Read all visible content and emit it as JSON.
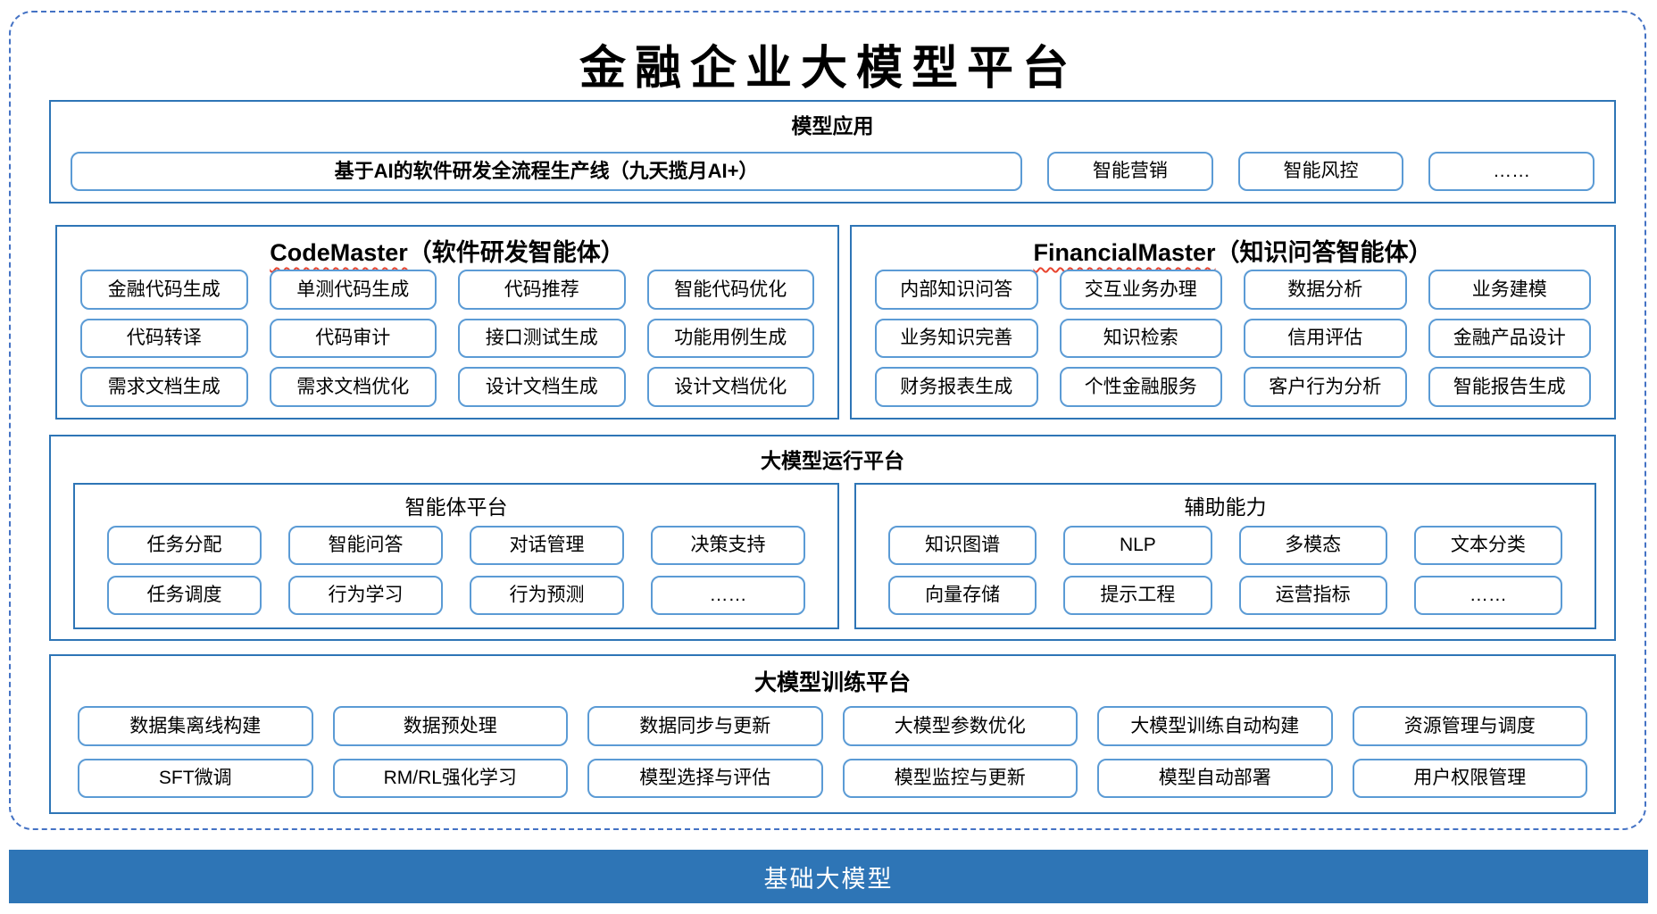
{
  "title": "金融企业大模型平台",
  "colors": {
    "dashed": "#4472C4",
    "secborder": "#2E75B6",
    "pillborder": "#5B9BD5",
    "barbg": "#2E75B6",
    "wavy": "#E8442E"
  },
  "sections": {
    "model_app": {
      "header": "模型应用",
      "main_item": "基于AI的软件研发全流程生产线（九天揽月AI+）",
      "items": [
        "智能营销",
        "智能风控",
        "……"
      ]
    },
    "code_master": {
      "title_en": "CodeMaster",
      "title_cn": "（软件研发智能体）",
      "items": [
        [
          "金融代码生成",
          "单测代码生成",
          "代码推荐",
          "智能代码优化"
        ],
        [
          "代码转译",
          "代码审计",
          "接口测试生成",
          "功能用例生成"
        ],
        [
          "需求文档生成",
          "需求文档优化",
          "设计文档生成",
          "设计文档优化"
        ]
      ]
    },
    "financial_master": {
      "title_en": "FinancialMaster",
      "title_cn": "（知识问答智能体）",
      "items": [
        [
          "内部知识问答",
          "交互业务办理",
          "数据分析",
          "业务建模"
        ],
        [
          "业务知识完善",
          "知识检索",
          "信用评估",
          "金融产品设计"
        ],
        [
          "财务报表生成",
          "个性金融服务",
          "客户行为分析",
          "智能报告生成"
        ]
      ]
    },
    "runtime": {
      "header": "大模型运行平台",
      "agent_platform": {
        "header": "智能体平台",
        "items": [
          [
            "任务分配",
            "智能问答",
            "对话管理",
            "决策支持"
          ],
          [
            "任务调度",
            "行为学习",
            "行为预测",
            "……"
          ]
        ]
      },
      "aux": {
        "header": "辅助能力",
        "items": [
          [
            "知识图谱",
            "NLP",
            "多模态",
            "文本分类"
          ],
          [
            "向量存储",
            "提示工程",
            "运营指标",
            "……"
          ]
        ]
      }
    },
    "training": {
      "header": "大模型训练平台",
      "items": [
        [
          "数据集离线构建",
          "数据预处理",
          "数据同步与更新",
          "大模型参数优化",
          "大模型训练自动构建",
          "资源管理与调度"
        ],
        [
          "SFT微调",
          "RM/RL强化学习",
          "模型选择与评估",
          "模型监控与更新",
          "模型自动部署",
          "用户权限管理"
        ]
      ]
    },
    "foundation": {
      "label": "基础大模型"
    }
  }
}
